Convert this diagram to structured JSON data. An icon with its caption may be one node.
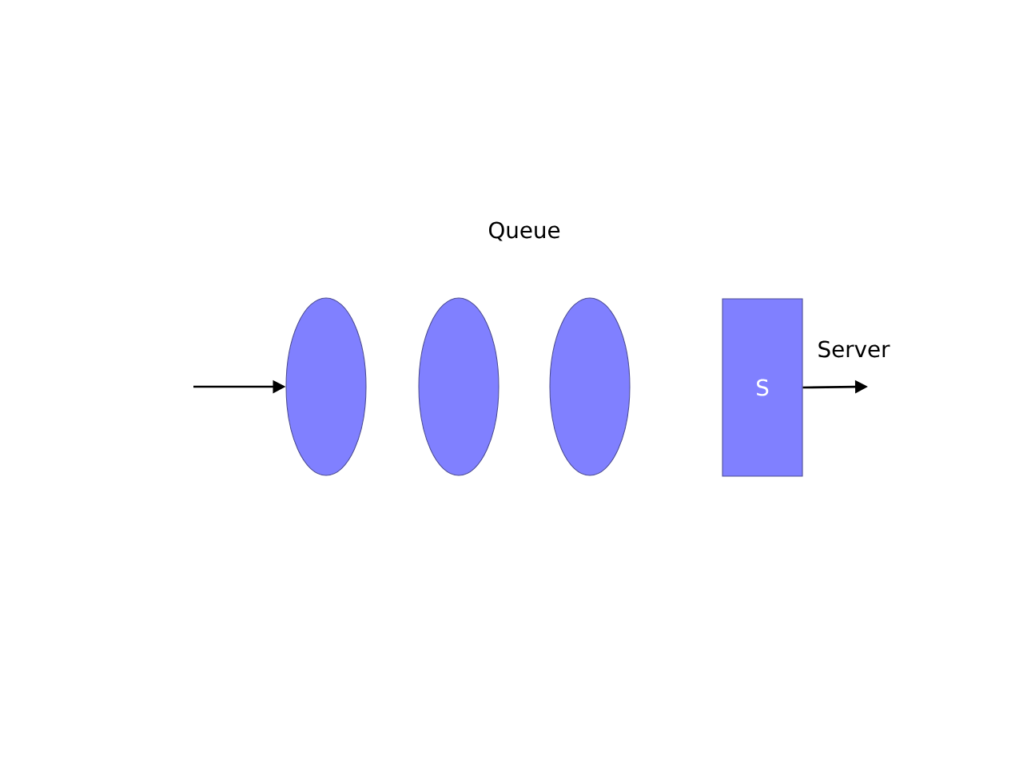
{
  "diagram": {
    "nodes": [
      {
        "text": [],
        "shape": "ellipse"
      },
      {
        "text": [],
        "shape": "ellipse"
      },
      {
        "text": [],
        "shape": "ellipse"
      },
      {
        "text": [
          "S"
        ],
        "beside": [
          "Server"
        ]
      }
    ],
    "edges": [
      {
        "from": null,
        "to": 0,
        "arrow": "to"
      },
      {
        "from": 3,
        "to": null,
        "arrow": "to"
      }
    ],
    "labels": [
      "Queue"
    ]
  }
}
